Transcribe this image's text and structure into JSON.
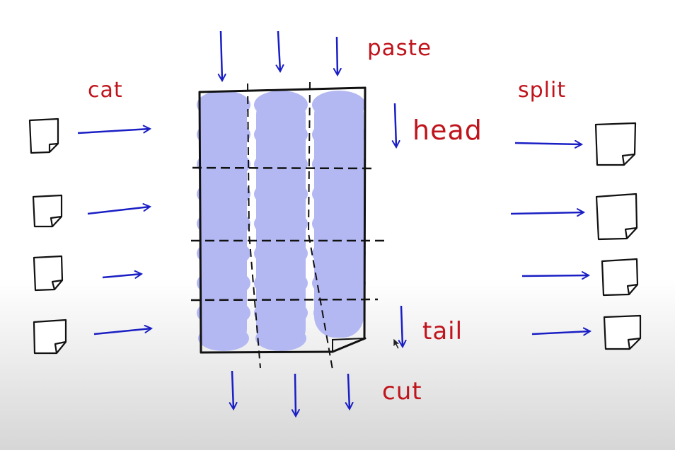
{
  "commands": {
    "cat": "cat",
    "paste": "paste",
    "split": "split",
    "head": "head",
    "tail": "tail",
    "cut": "cut"
  },
  "colors": {
    "label": "#c0141c",
    "arrow": "#1a1fc4",
    "ink": "#111111",
    "cell_fill": "#b3b8f2"
  },
  "icons": {
    "input_file": "file-icon",
    "output_file": "file-icon"
  }
}
